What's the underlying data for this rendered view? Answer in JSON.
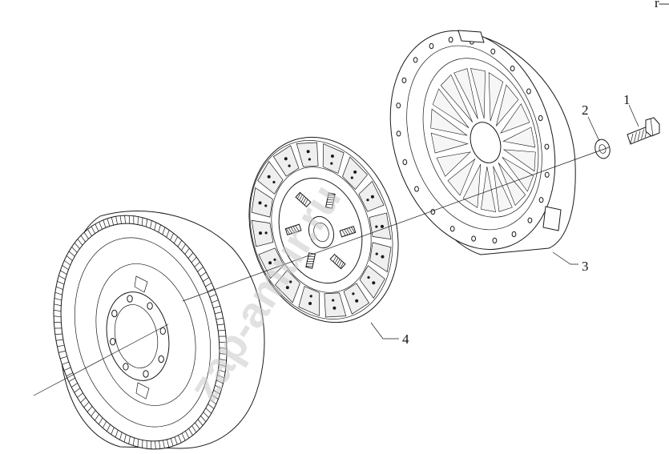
{
  "diagram": {
    "callouts": [
      {
        "id": "bolt",
        "number": "1"
      },
      {
        "id": "washer",
        "number": "2"
      },
      {
        "id": "pressure-plate",
        "number": "3"
      },
      {
        "id": "clutch-disc",
        "number": "4"
      }
    ],
    "watermark": "zap-amur.ru",
    "corner_mark": "r—"
  }
}
